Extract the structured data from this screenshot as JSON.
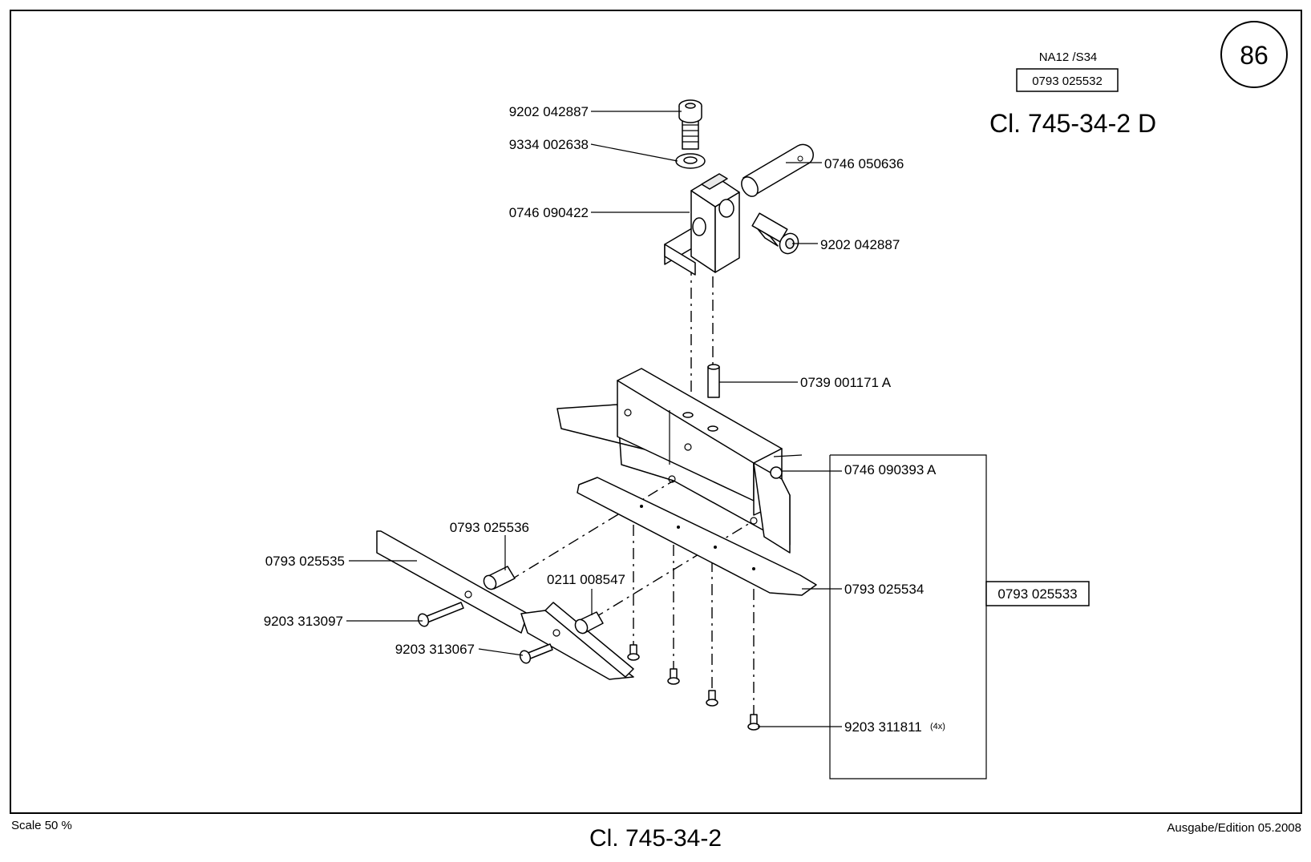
{
  "sheet": {
    "page_number": "86",
    "model_code": "NA12 /S34",
    "assembly_number": "0793 025532",
    "title": "Cl. 745-34-2 D"
  },
  "parts": {
    "screw_top": "9202 042887",
    "washer": "9334 002638",
    "pin": "0746 050636",
    "bracket": "0746 090422",
    "screw_side": "9202 042887",
    "dowel": "0739 001171 A",
    "block": "0746 090393 A",
    "sleeve_upper": "0793 025536",
    "plate_left": "0793 025535",
    "sleeve_lower": "0211 008547",
    "plate_right": "0793 025534",
    "subassembly": "0793 025533",
    "screw_long": "9203 313097",
    "screw_short": "9203 313067",
    "screw_small": "9203 311811",
    "screw_small_qty": "(4x)"
  },
  "footer": {
    "scale": "Scale 50 %",
    "title": "Cl. 745-34-2",
    "edition": "Ausgabe/Edition 05.2008"
  }
}
